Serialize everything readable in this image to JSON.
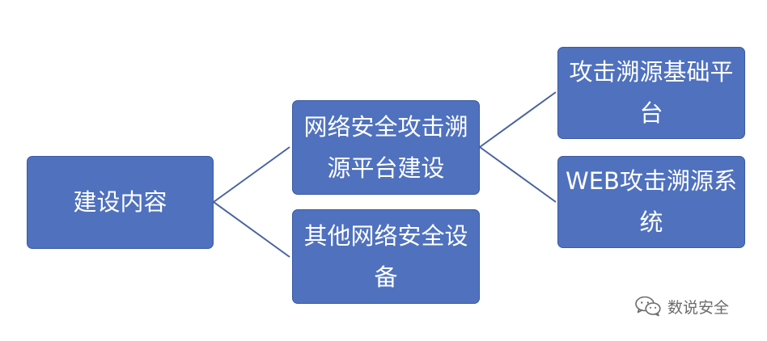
{
  "diagram": {
    "root": {
      "label": "建设内容"
    },
    "mid": [
      {
        "label": "网络安全攻击溯源平台建设"
      },
      {
        "label": "其他网络安全设备"
      }
    ],
    "leaves": [
      {
        "label": "攻击溯源基础平台"
      },
      {
        "label": "WEB攻击溯源系统"
      }
    ],
    "colors": {
      "node_fill": "#4f71be",
      "node_border": "#3a5aa3",
      "node_text": "#ffffff",
      "connector": "#4a63a0"
    }
  },
  "watermark": {
    "text": "数说安全",
    "icon": "wechat-icon"
  }
}
